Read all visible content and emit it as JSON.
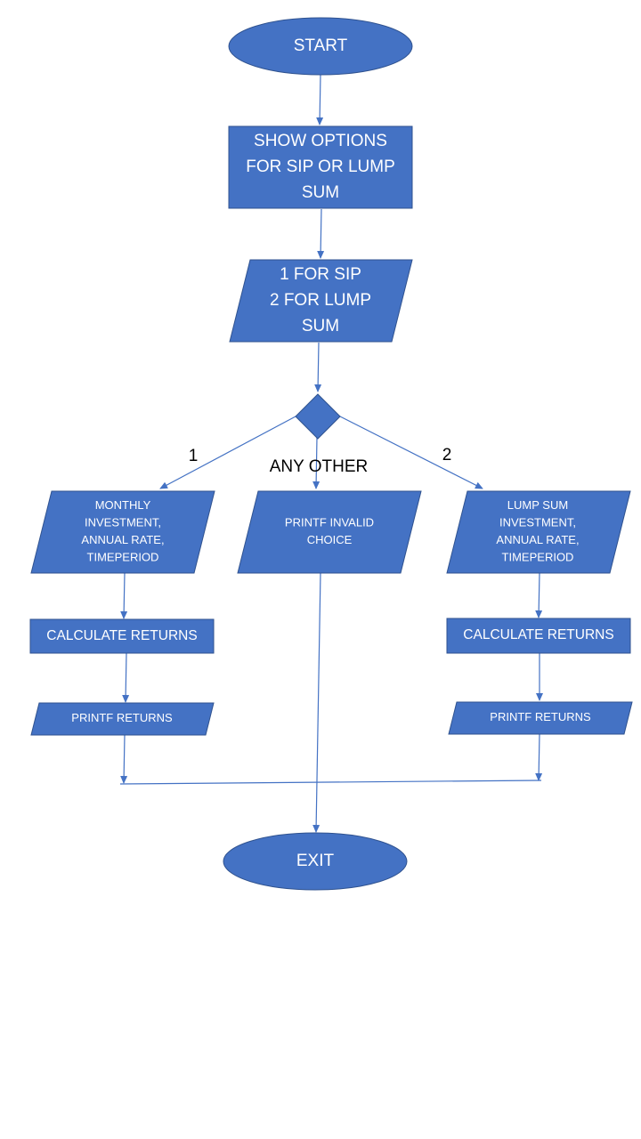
{
  "colors": {
    "shape_fill": "#4472c4",
    "shape_border": "#2f528f",
    "connector": "#4472c4",
    "shape_text": "#ffffff",
    "label_text": "#000000"
  },
  "nodes": {
    "start": {
      "shape": "terminator",
      "lines": [
        "START"
      ]
    },
    "show_options": {
      "shape": "process",
      "lines": [
        "SHOW OPTIONS",
        "FOR SIP OR LUMP",
        "SUM"
      ]
    },
    "input_choice": {
      "shape": "input-output",
      "lines": [
        "1 FOR SIP",
        "2 FOR LUMP",
        "SUM"
      ]
    },
    "decision": {
      "shape": "decision",
      "lines": []
    },
    "sip_input": {
      "shape": "input-output",
      "lines": [
        "MONTHLY",
        "INVESTMENT,",
        "ANNUAL RATE,",
        "TIMEPERIOD"
      ]
    },
    "invalid_choice": {
      "shape": "input-output",
      "lines": [
        "PRINTF INVALID",
        "CHOICE"
      ]
    },
    "lump_input": {
      "shape": "input-output",
      "lines": [
        "LUMP SUM",
        "INVESTMENT,",
        "ANNUAL RATE,",
        "TIMEPERIOD"
      ]
    },
    "sip_calculate": {
      "shape": "process",
      "lines": [
        "CALCULATE RETURNS"
      ]
    },
    "lump_calculate": {
      "shape": "process",
      "lines": [
        "CALCULATE RETURNS"
      ]
    },
    "sip_print": {
      "shape": "input-output",
      "lines": [
        "PRINTF RETURNS"
      ]
    },
    "lump_print": {
      "shape": "input-output",
      "lines": [
        "PRINTF RETURNS"
      ]
    },
    "exit": {
      "shape": "terminator",
      "lines": [
        "EXIT"
      ]
    }
  },
  "edge_labels": {
    "sip_branch": "1",
    "other_branch": "ANY OTHER",
    "lump_branch": "2"
  }
}
